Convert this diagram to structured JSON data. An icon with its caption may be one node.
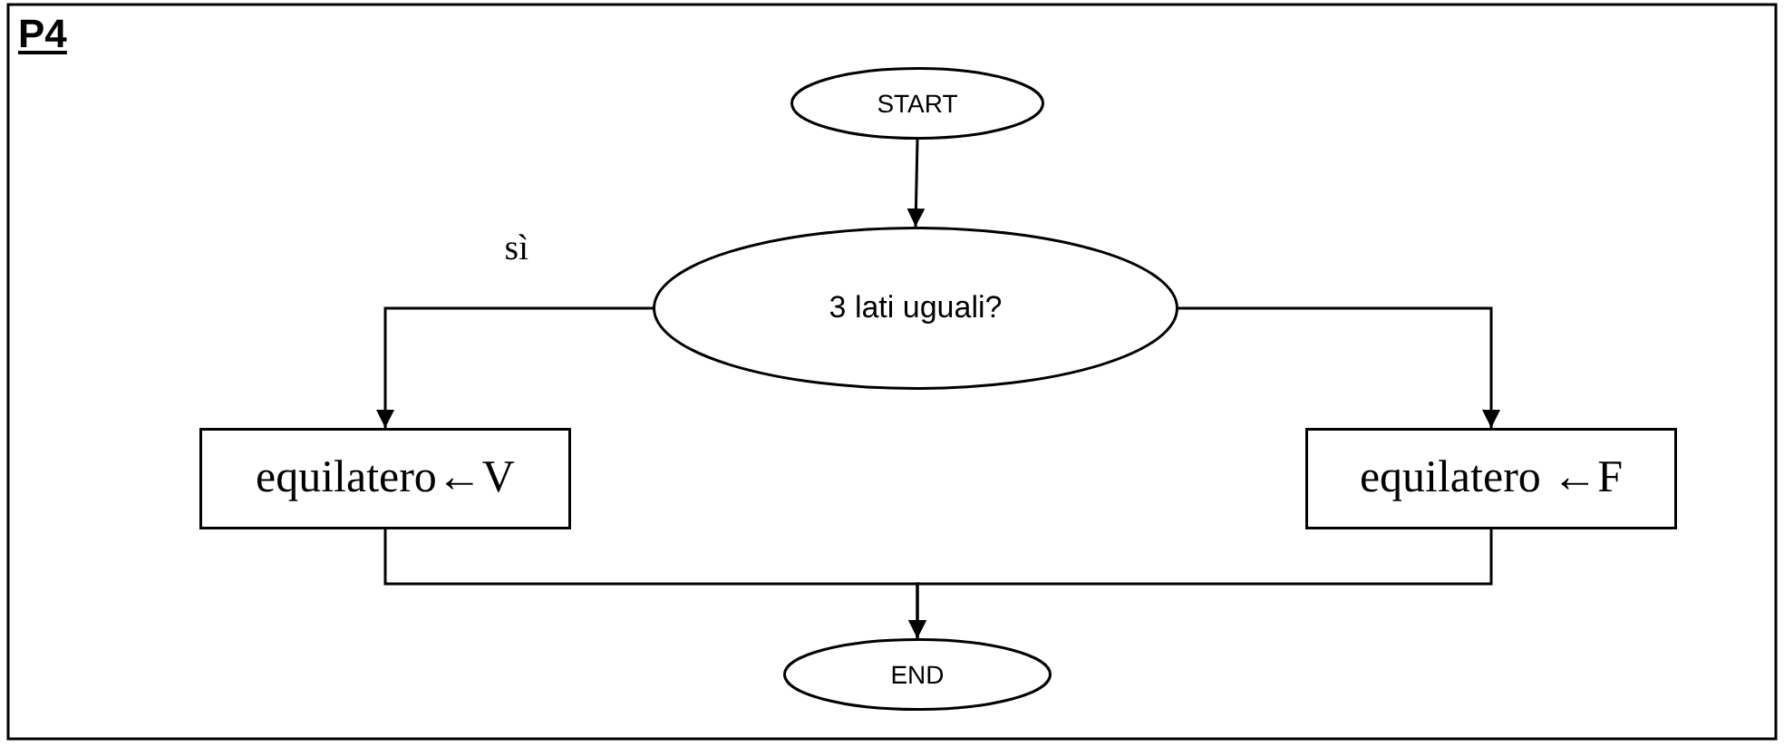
{
  "diagram": {
    "title": "P4",
    "nodes": [
      {
        "text": [
          "START"
        ]
      },
      {
        "text": [
          "3 lati uguali?"
        ]
      },
      {
        "text": [
          "equilatero←V"
        ]
      },
      {
        "text": [
          "equilatero ←F"
        ]
      },
      {
        "text": [
          "END"
        ]
      }
    ],
    "edges": [
      {
        "from": 0,
        "to": 1,
        "arrow": "to"
      },
      {
        "from": 1,
        "to": 2,
        "arrow": "to",
        "label": "sì"
      },
      {
        "from": 1,
        "to": 3,
        "arrow": "to"
      },
      {
        "from": 2,
        "to": 4,
        "arrow": "to"
      },
      {
        "from": 3,
        "to": 4,
        "arrow": "to"
      }
    ]
  }
}
